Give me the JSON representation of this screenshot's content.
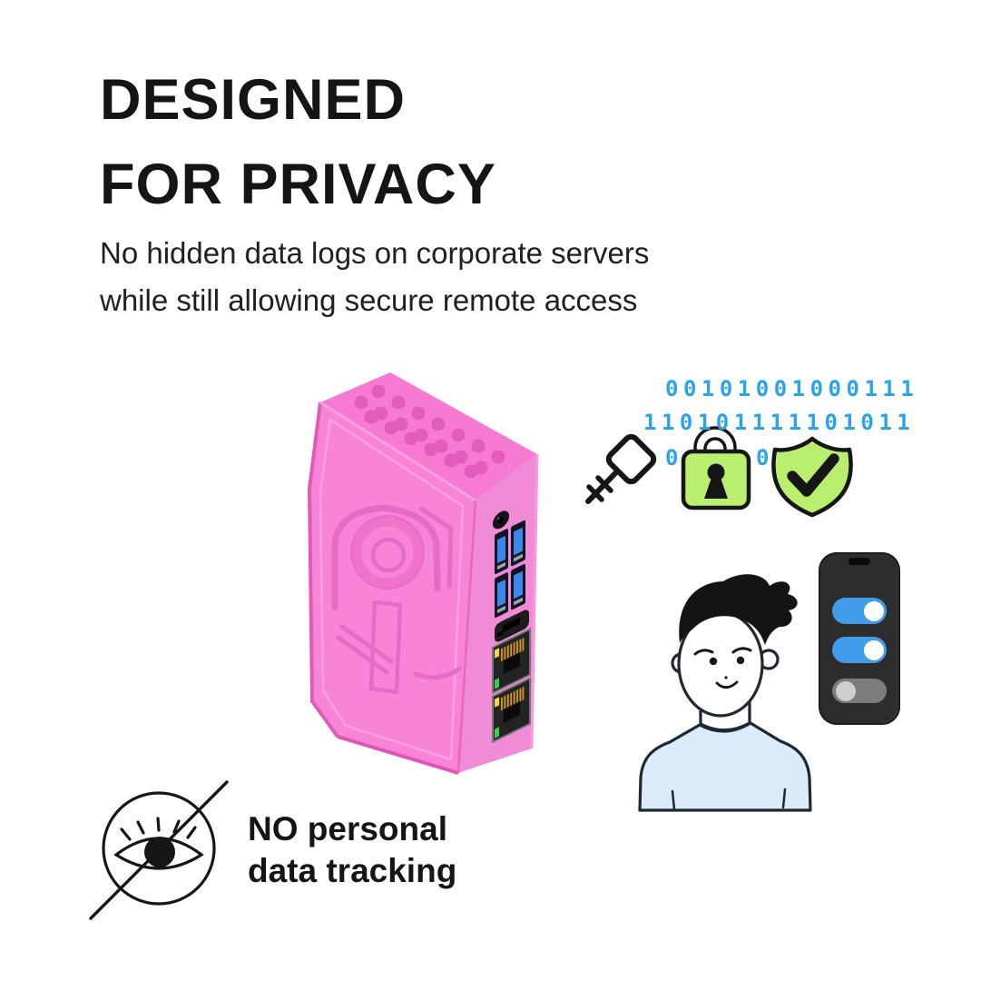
{
  "headline": {
    "line1": "DESIGNED",
    "line2": "FOR PRIVACY"
  },
  "subheadline": {
    "line1": "No hidden data logs on corporate servers",
    "line2": "while still allowing secure remote access"
  },
  "binary_code": {
    "row1": "00101001000111",
    "row2": "110101111101011",
    "row3_visible_left": "0",
    "row3_visible_right": "0"
  },
  "footer": {
    "line1": "NO personal",
    "line2": "data tracking"
  },
  "phone": {
    "toggles": [
      {
        "id": "privacy-toggle-1",
        "state": "on"
      },
      {
        "id": "privacy-toggle-2",
        "state": "on"
      },
      {
        "id": "privacy-toggle-3",
        "state": "off"
      }
    ]
  },
  "icons": {
    "key": "key-icon",
    "padlock": "padlock-icon",
    "shield_check": "shield-check-icon",
    "eye_crossed": "no-tracking-eye-icon",
    "device": "pink-mini-pc-illustration",
    "person": "user-illustration",
    "phone": "phone-privacy-toggles"
  },
  "colors": {
    "text": "#151515",
    "binary_blue": "#2ba3e8",
    "lime_green": "#b9ee6e",
    "pink_body": "#f884d8",
    "pink_top": "#f67ad2",
    "pink_side": "#f18bd7",
    "toggle_on_blue": "#419de9",
    "toggle_off_gray": "#7c7c7c",
    "phone_body": "#2d2d2d",
    "shirt_blue": "#dcebf9",
    "usb_blue": "#3b86e8"
  }
}
